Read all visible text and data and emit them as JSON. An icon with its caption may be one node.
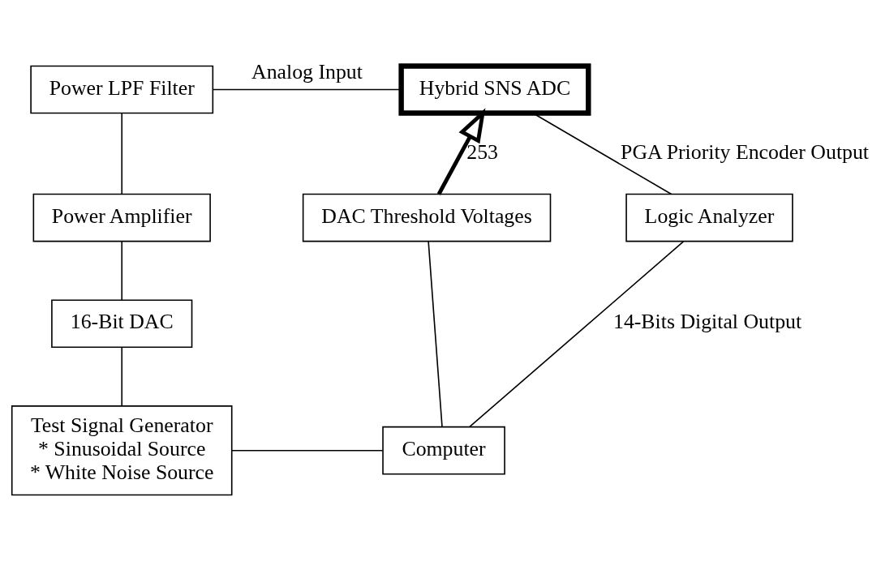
{
  "diagram": {
    "nodes": [
      {
        "text": [
          "Power LPF Filter"
        ]
      },
      {
        "text": [
          "Power Amplifier"
        ]
      },
      {
        "text": [
          "16-Bit DAC"
        ]
      },
      {
        "text": [
          "Test Signal Generator",
          "* Sinusoidal Source",
          "* White Noise Source"
        ]
      },
      {
        "text": [
          "Hybrid SNS ADC"
        ]
      },
      {
        "text": [
          "DAC Threshold Voltages"
        ]
      },
      {
        "text": [
          "Computer"
        ]
      },
      {
        "text": [
          "Logic Analyzer"
        ]
      }
    ],
    "edges": [
      {
        "from": 0,
        "to": 4,
        "arrow": "none",
        "label": "Analog Input"
      },
      {
        "from": 0,
        "to": 1,
        "arrow": "none"
      },
      {
        "from": 1,
        "to": 2,
        "arrow": "none"
      },
      {
        "from": 2,
        "to": 3,
        "arrow": "none"
      },
      {
        "from": 3,
        "to": 6,
        "arrow": "none"
      },
      {
        "from": 5,
        "to": 6,
        "arrow": "none"
      },
      {
        "from": 5,
        "to": 4,
        "arrow": "to",
        "label": "253",
        "style": "thick"
      },
      {
        "from": 6,
        "to": 7,
        "arrow": "none",
        "label": "14-Bits Digital Output"
      },
      {
        "from": 7,
        "to": 4,
        "arrow": "none",
        "label": "PGA Priority Encoder Output"
      }
    ]
  }
}
